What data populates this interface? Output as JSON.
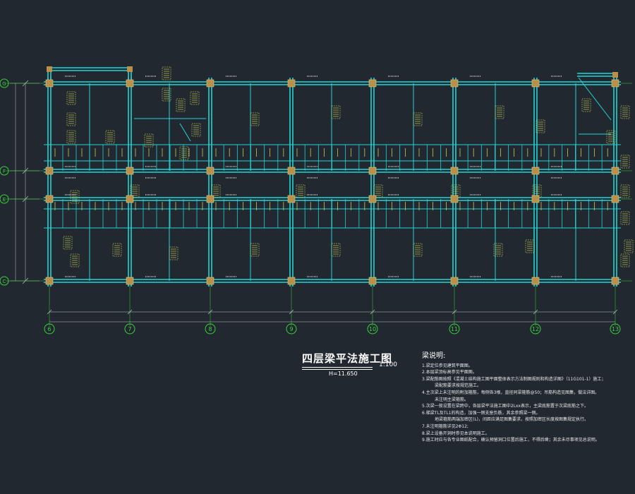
{
  "drawing": {
    "title": "四层梁平法施工图",
    "scale": "1:100",
    "elevation": "H=11.650"
  },
  "colors": {
    "background": "#212830",
    "beam": "#22d4d4",
    "column": "#b8904a",
    "grid": "#3ad43a",
    "annotation": "#e0e060",
    "dimension": "#c8c8c8"
  },
  "grid_columns": [
    "6",
    "7",
    "8",
    "9",
    "10",
    "11",
    "12",
    "13"
  ],
  "grid_rows": [
    "G",
    "F",
    "E",
    "C"
  ],
  "notes": {
    "title": "梁说明:",
    "lines": [
      "1.梁定位参见建筑平面图。",
      "2.本层梁顶标高参见平面图。",
      "3.梁配筋图按照《混凝土结构施工图平面整体表示方法制图规则和构造详图》（11G101-1）施工；",
      "   梁配筋要求按规范施工。",
      "4.主次梁上未注明的附加箍筋，每侧各3根，直径同梁箍筋@50；吊筋构造见图集，做法详图。",
      "   未注明主梁箍筋。",
      "5.次梁一般设置在梁跨中，各层梁平法施工图中2Lxx表示，主梁底筋置于次梁底筋之下。",
      "6.梯梁TL及TL1的构造，加强一侧支座负筋，其余参照梁一侧。",
      "   地梁箍筋两端加密区(L)，间距应满足图集要求，按照加密区长度按图集规定执行。",
      "7.未注明箍筋详见2Φ12;",
      "8.梁上设备开洞时参见本说明施工。",
      "9.施工时应与各专业图纸配合，确认预留洞口位置后施工，不得后凿；其余未尽事项见总说明。"
    ]
  }
}
